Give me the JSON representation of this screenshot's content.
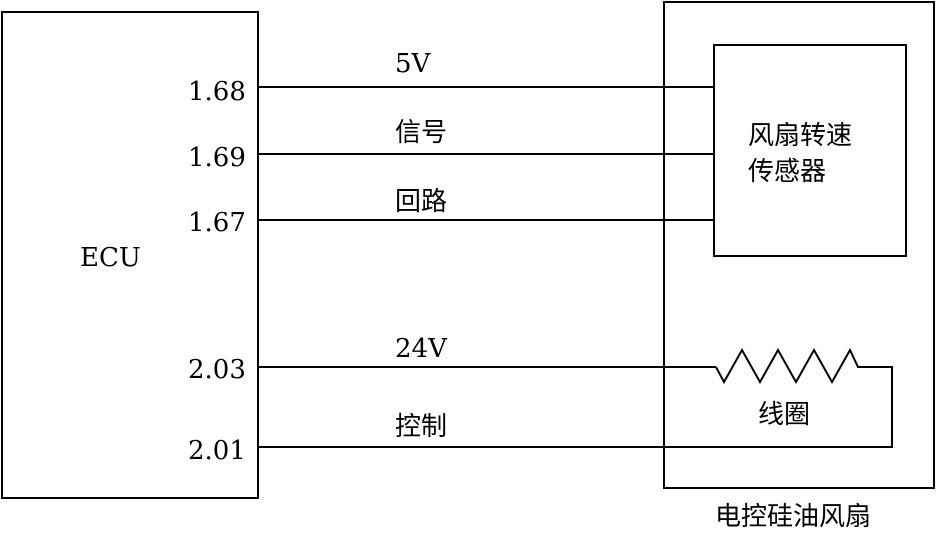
{
  "ecu": {
    "label": "ECU",
    "pins": [
      {
        "id": "pin-5v",
        "number": "1.68",
        "wire_label": "5V"
      },
      {
        "id": "pin-signal",
        "number": "1.69",
        "wire_label": "信号"
      },
      {
        "id": "pin-return",
        "number": "1.67",
        "wire_label": "回路"
      },
      {
        "id": "pin-24v",
        "number": "2.03",
        "wire_label": "24V"
      },
      {
        "id": "pin-control",
        "number": "2.01",
        "wire_label": "控制"
      }
    ]
  },
  "sensor": {
    "line1": "风扇转速",
    "line2": "传感器"
  },
  "coil": {
    "label": "线圈"
  },
  "fan": {
    "label": "电控硅油风扇"
  }
}
